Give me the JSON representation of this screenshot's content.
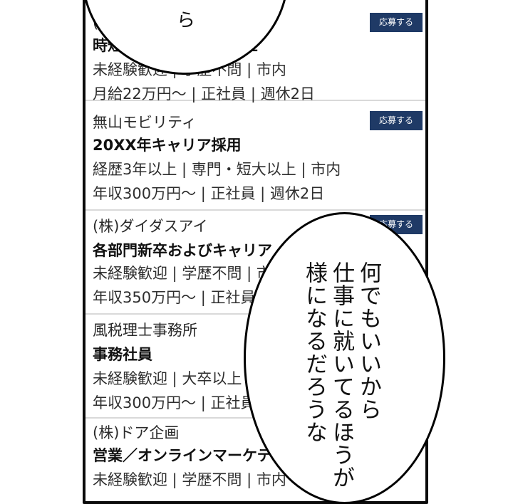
{
  "listings": [
    {
      "company": "(株)",
      "title": "時短",
      "title_tail": "士",
      "line1": "未経験歓迎 | 学歴不問 | 市内",
      "line2": "月給22万円〜 | 正社員 | 週休2日",
      "apply": "応募する"
    },
    {
      "company": "無山モビリティ",
      "title": "20XX年キャリア採用",
      "line1": "経歴3年以上 | 専門・短大以上 | 市内",
      "line2": "年収300万円〜 | 正社員 | 週休2日",
      "apply": "応募する"
    },
    {
      "company": "(株)ダイダスアイ",
      "title": "各部門新卒およびキャリア",
      "line1": "未経験歓迎 | 学歴不問 | 市内",
      "line2": "年収350万円〜 | 正社員 | 週休2日",
      "apply": "応募する"
    },
    {
      "company": "風税理士事務所",
      "title": "事務社員",
      "line1": "未経験歓迎 | 大卒以上 | 市内",
      "line2": "年収300万円〜 | 正社員 | 週休2日"
    },
    {
      "company": "(株)ドア企画",
      "title": "営業／オンラインマーケティング",
      "line1": "未経験歓迎 | 学歴不問 | 市内"
    }
  ],
  "speech": {
    "top_bubble": "ら",
    "right_bubble": [
      "何でもいいから",
      "仕事に就いてるほうが",
      "様になるだろうな"
    ]
  }
}
